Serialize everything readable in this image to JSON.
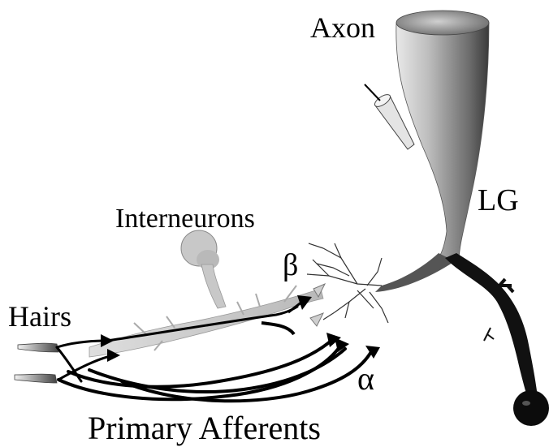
{
  "labels": {
    "axon": "Axon",
    "lg": "LG",
    "interneurons": "Interneurons",
    "beta": "β",
    "hairs": "Hairs",
    "alpha": "α",
    "primary_afferents": "Primary Afferents"
  },
  "colors": {
    "background": "#ffffff",
    "ink": "#000000",
    "neuron_dark": "#111111",
    "neuron_mid": "#8a8a8a",
    "neuron_light": "#d4d4d4"
  }
}
